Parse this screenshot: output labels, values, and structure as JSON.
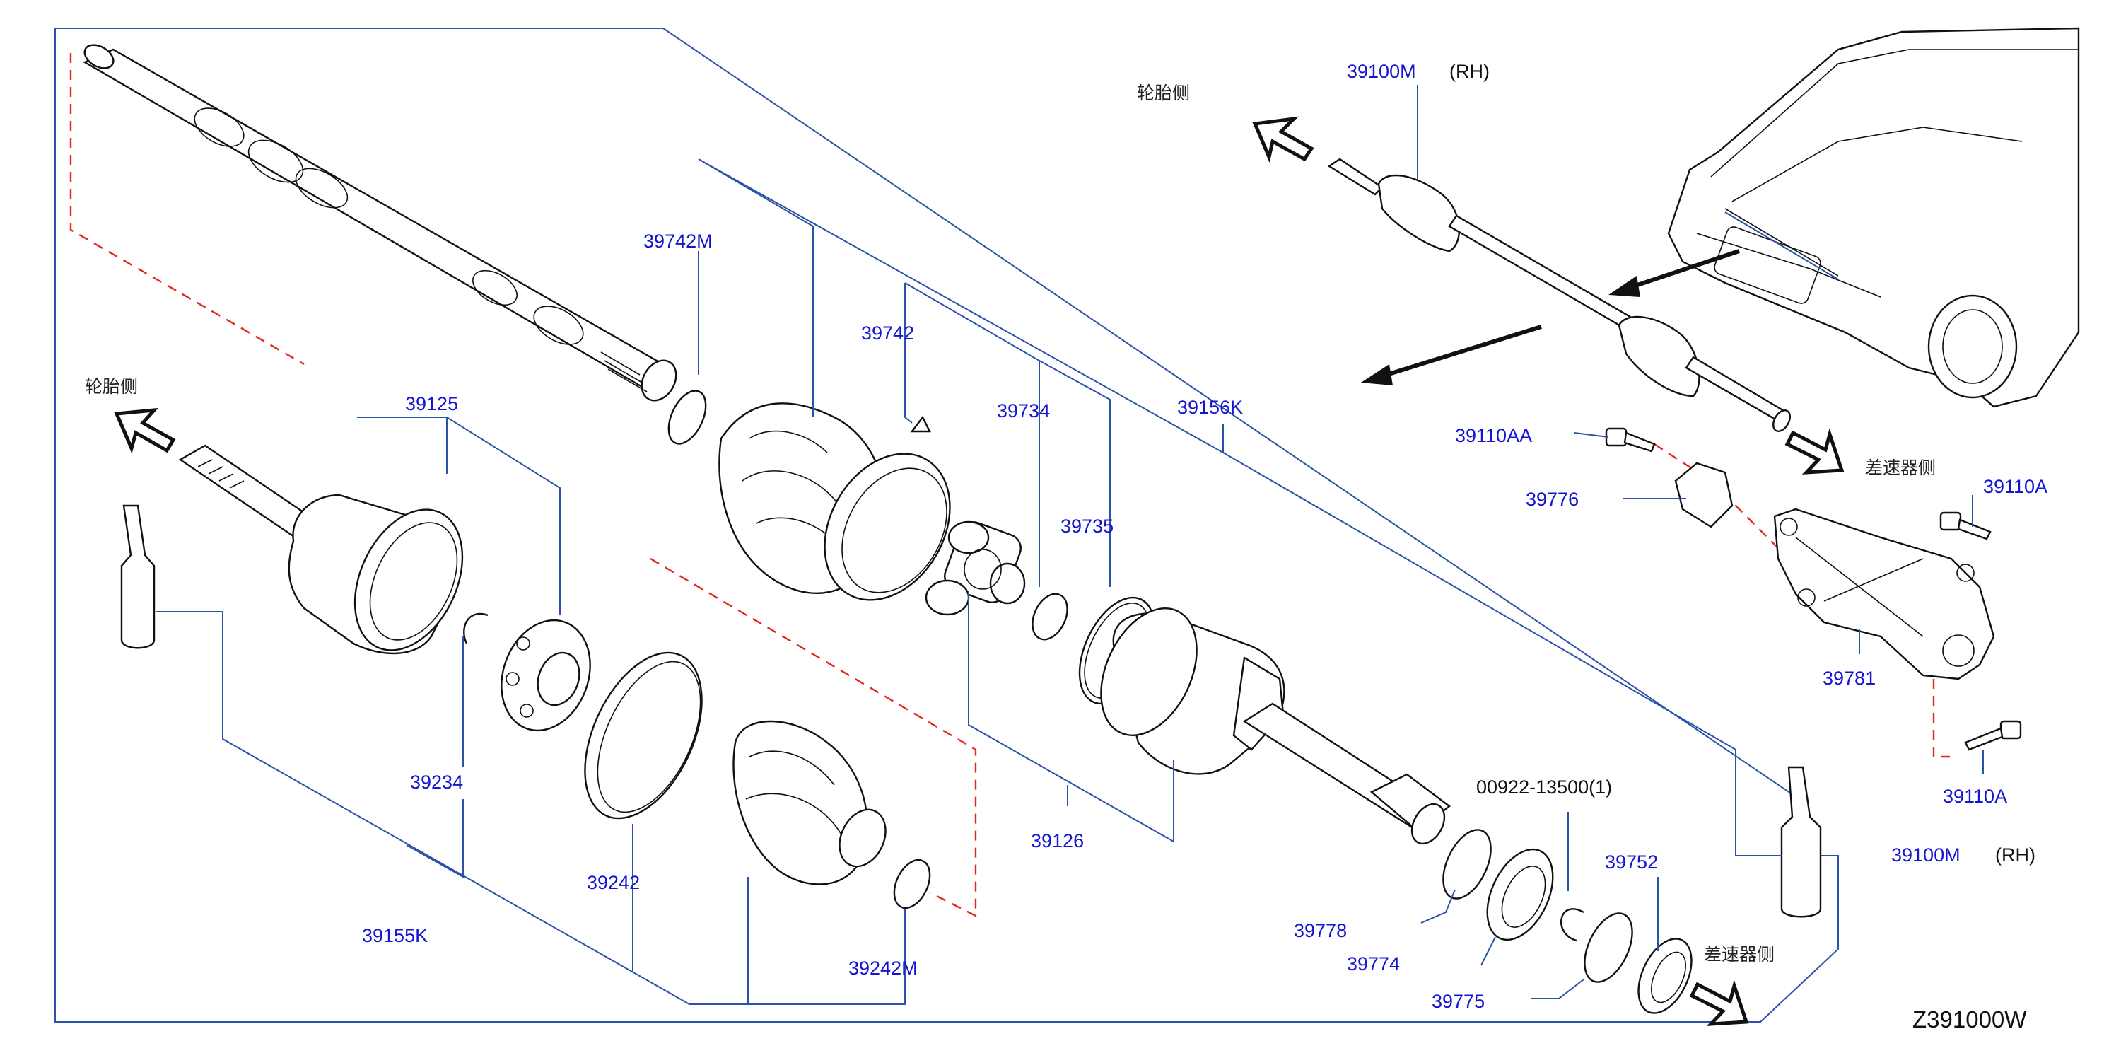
{
  "diagram": {
    "code": "Z391000W",
    "labels": {
      "p39100M_top": "39100M",
      "rh_top": "(RH)",
      "tire_side_top": "轮胎侧",
      "tire_side_left": "轮胎侧",
      "diff_side_right": "差速器侧",
      "diff_side_bottom": "差速器侧",
      "p39742M": "39742M",
      "p39742": "39742",
      "p39734": "39734",
      "p39156K": "39156K",
      "p39735": "39735",
      "p39125": "39125",
      "p39234": "39234",
      "p39242": "39242",
      "p39155K": "39155K",
      "p39242M": "39242M",
      "p39126": "39126",
      "p39110AA": "39110AA",
      "p39776": "39776",
      "p39110A_top": "39110A",
      "p39781": "39781",
      "p39110A_bottom": "39110A",
      "p00922": "00922-13500(1)",
      "p39752": "39752",
      "p39778": "39778",
      "p39774": "39774",
      "p39775": "39775",
      "p39100M_right": "39100M",
      "rh_right": "(RH)"
    },
    "colors": {
      "part_number": "#1414d2",
      "leader": "#2a52a8",
      "phantom": "#e0281e",
      "ink": "#111111"
    }
  }
}
